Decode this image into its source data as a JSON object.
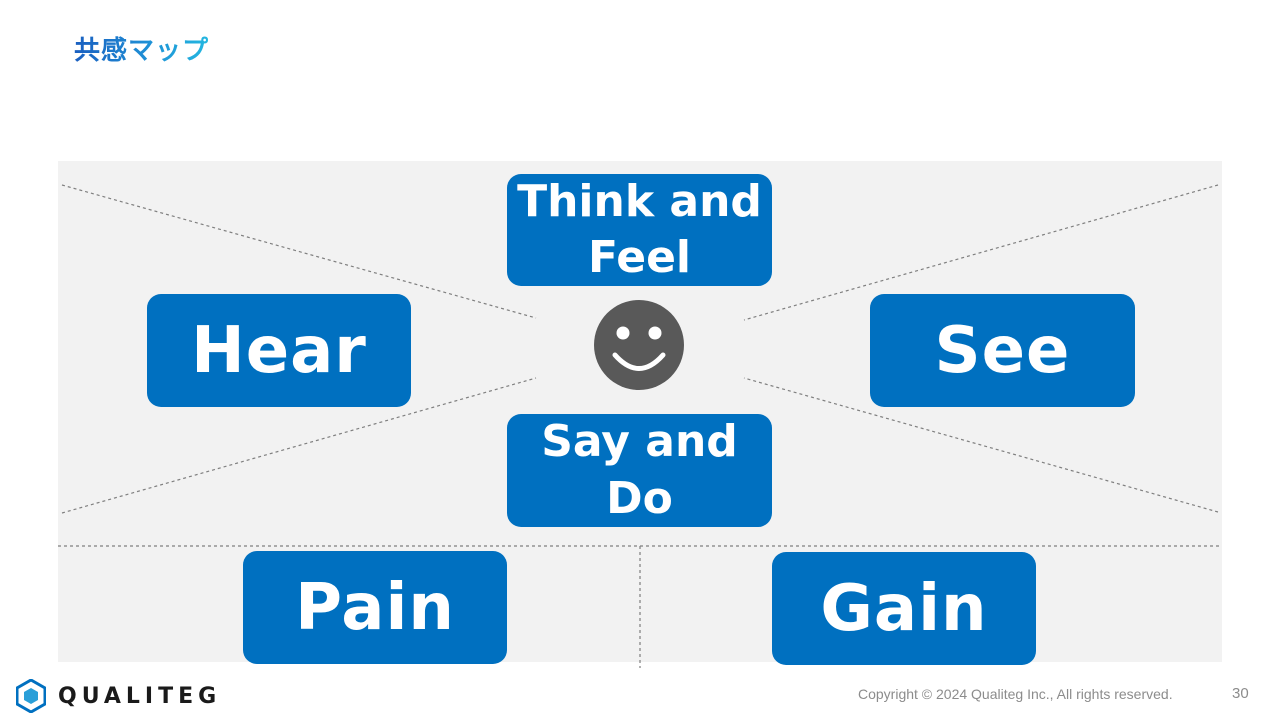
{
  "header": {
    "title": "共感マップ"
  },
  "map": {
    "think_feel": "Think and Feel",
    "hear": "Hear",
    "see": "See",
    "say_do": "Say and Do",
    "pain": "Pain",
    "gain": "Gain",
    "center_icon": "smiley-face-icon"
  },
  "colors": {
    "box": "#0070c0",
    "canvas": "#f2f2f2",
    "face": "#595959"
  },
  "footer": {
    "brand": "QUALITEG",
    "copyright": "Copyright © 2024 Qualiteg Inc., All rights reserved.",
    "page_number": "30"
  }
}
